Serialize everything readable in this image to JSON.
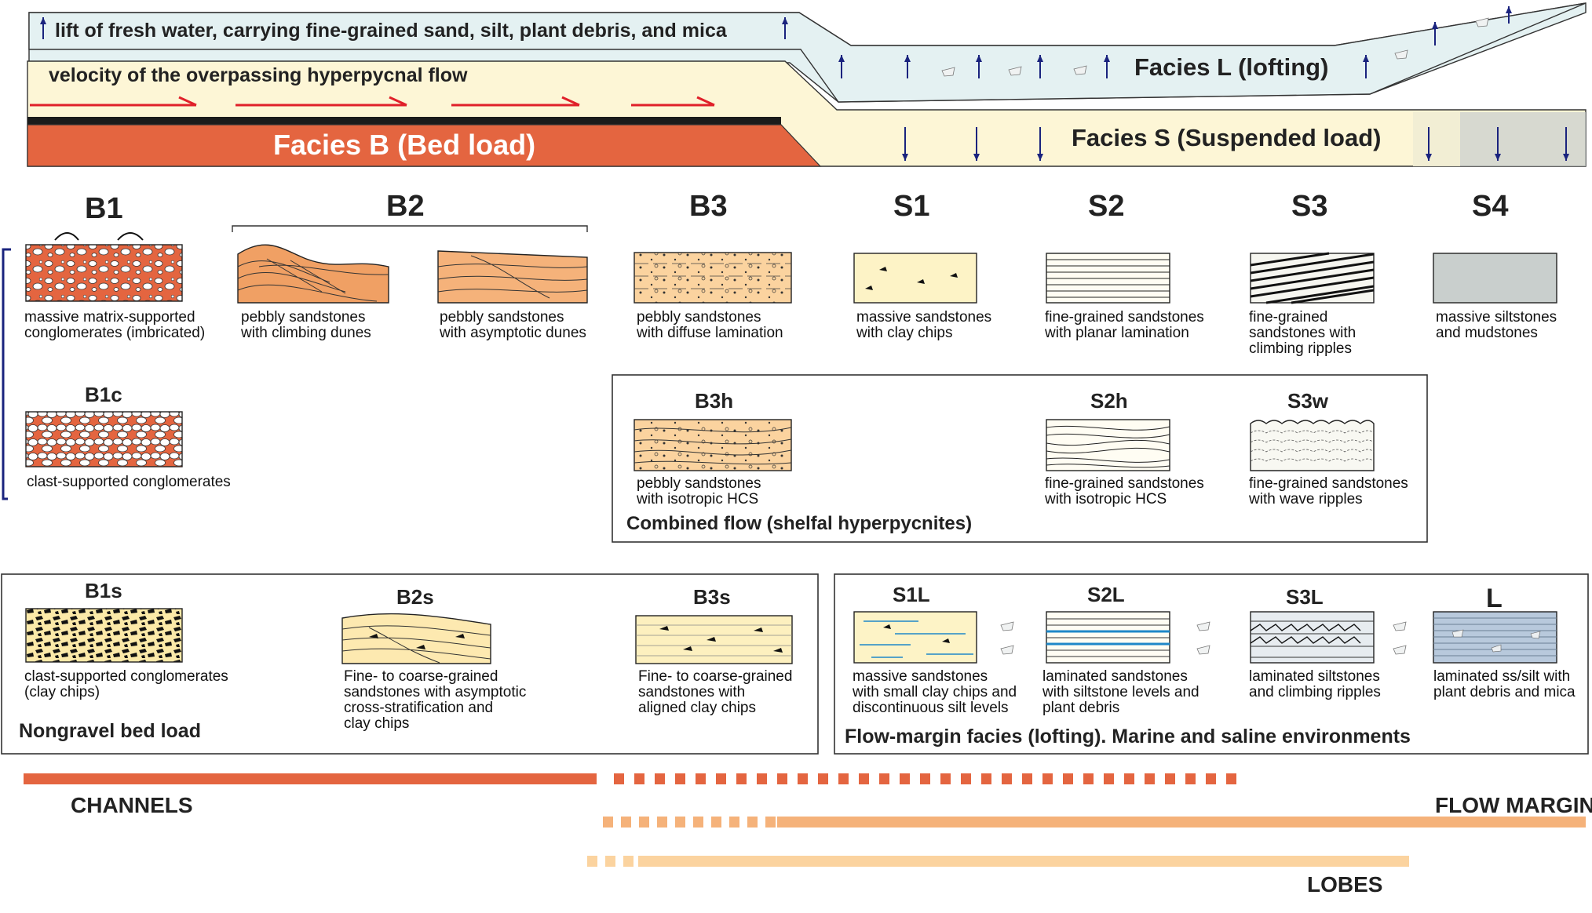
{
  "banners": {
    "lofting_text": "lift of fresh water, carrying fine-grained sand, silt, plant debris, and mica",
    "velocity_text": "velocity of the overpassing hyperpycnal flow",
    "facies_b_title": "Facies B (Bed load)",
    "facies_l_title": "Facies L (lofting)",
    "facies_s_title": "Facies S (Suspended load)"
  },
  "facies_top": {
    "B1": {
      "code": "B1",
      "line1": "massive matrix-supported",
      "line2": "conglomerates (imbricated)"
    },
    "B2": {
      "code": "B2"
    },
    "B2a": {
      "line1": "pebbly sandstones",
      "line2": "with climbing dunes"
    },
    "B2b": {
      "line1": "pebbly sandstones",
      "line2": "with asymptotic dunes"
    },
    "B3": {
      "code": "B3",
      "line1": "pebbly sandstones",
      "line2": "with diffuse lamination"
    },
    "S1": {
      "code": "S1",
      "line1": "massive sandstones",
      "line2": "with clay chips"
    },
    "S2": {
      "code": "S2",
      "line1": "fine-grained sandstones",
      "line2": "with planar lamination"
    },
    "S3": {
      "code": "S3",
      "line1": "fine-grained",
      "line2": "sandstones with",
      "line3": "climbing ripples"
    },
    "S4": {
      "code": "S4",
      "line1": "massive siltstones",
      "line2": "and mudstones"
    }
  },
  "b1c": {
    "code": "B1c",
    "line1": "clast-supported conglomerates"
  },
  "combined_flow": {
    "title": "Combined flow (shelfal hyperpycnites)",
    "B3h": {
      "code": "B3h",
      "line1": "pebbly sandstones",
      "line2": "with isotropic HCS"
    },
    "S2h": {
      "code": "S2h",
      "line1": "fine-grained sandstones",
      "line2": "with isotropic HCS"
    },
    "S3w": {
      "code": "S3w",
      "line1": "fine-grained sandstones",
      "line2": "with wave ripples"
    }
  },
  "nongravel": {
    "title": "Nongravel bed load",
    "B1s": {
      "code": "B1s",
      "line1": "clast-supported conglomerates",
      "line2": "(clay chips)"
    },
    "B2s": {
      "code": "B2s",
      "line1": "Fine- to coarse-grained",
      "line2": "sandstones with asymptotic",
      "line3": "cross-stratification and",
      "line4": "clay chips"
    },
    "B3s": {
      "code": "B3s",
      "line1": "Fine- to coarse-grained",
      "line2": "sandstones with",
      "line3": "aligned clay chips"
    }
  },
  "flow_margin_box": {
    "title": "Flow-margin facies (lofting). Marine and saline environments",
    "S1L": {
      "code": "S1L",
      "line1": "massive sandstones",
      "line2": "with small clay chips and",
      "line3": "discontinuous silt levels"
    },
    "S2L": {
      "code": "S2L",
      "line1": "laminated sandstones",
      "line2": "with siltstone levels and",
      "line3": "plant debris"
    },
    "S3L": {
      "code": "S3L",
      "line1": "laminated siltstones",
      "line2": "and climbing ripples"
    },
    "L": {
      "code": "L",
      "line1": "laminated ss/silt with",
      "line2": "plant debris and mica"
    }
  },
  "environments": {
    "channels": "CHANNELS",
    "flow_margin": "FLOW MARGIN",
    "lobes": "LOBES"
  },
  "colors": {
    "bedload_orange": "#e46540",
    "peach": "#f5b27a",
    "light_peach": "#fbd39f",
    "cream": "#fdf6d6",
    "lofting_blue": "#e4f1f2",
    "silt_grey": "#c9cfcd",
    "arrow_red": "#e0202a",
    "arrow_blue": "#1a237e"
  },
  "icons": [
    "up-arrow-icon",
    "down-arrow-icon",
    "flow-arrow-icon",
    "mica-flake-icon",
    "eddy-arrow-icon"
  ]
}
